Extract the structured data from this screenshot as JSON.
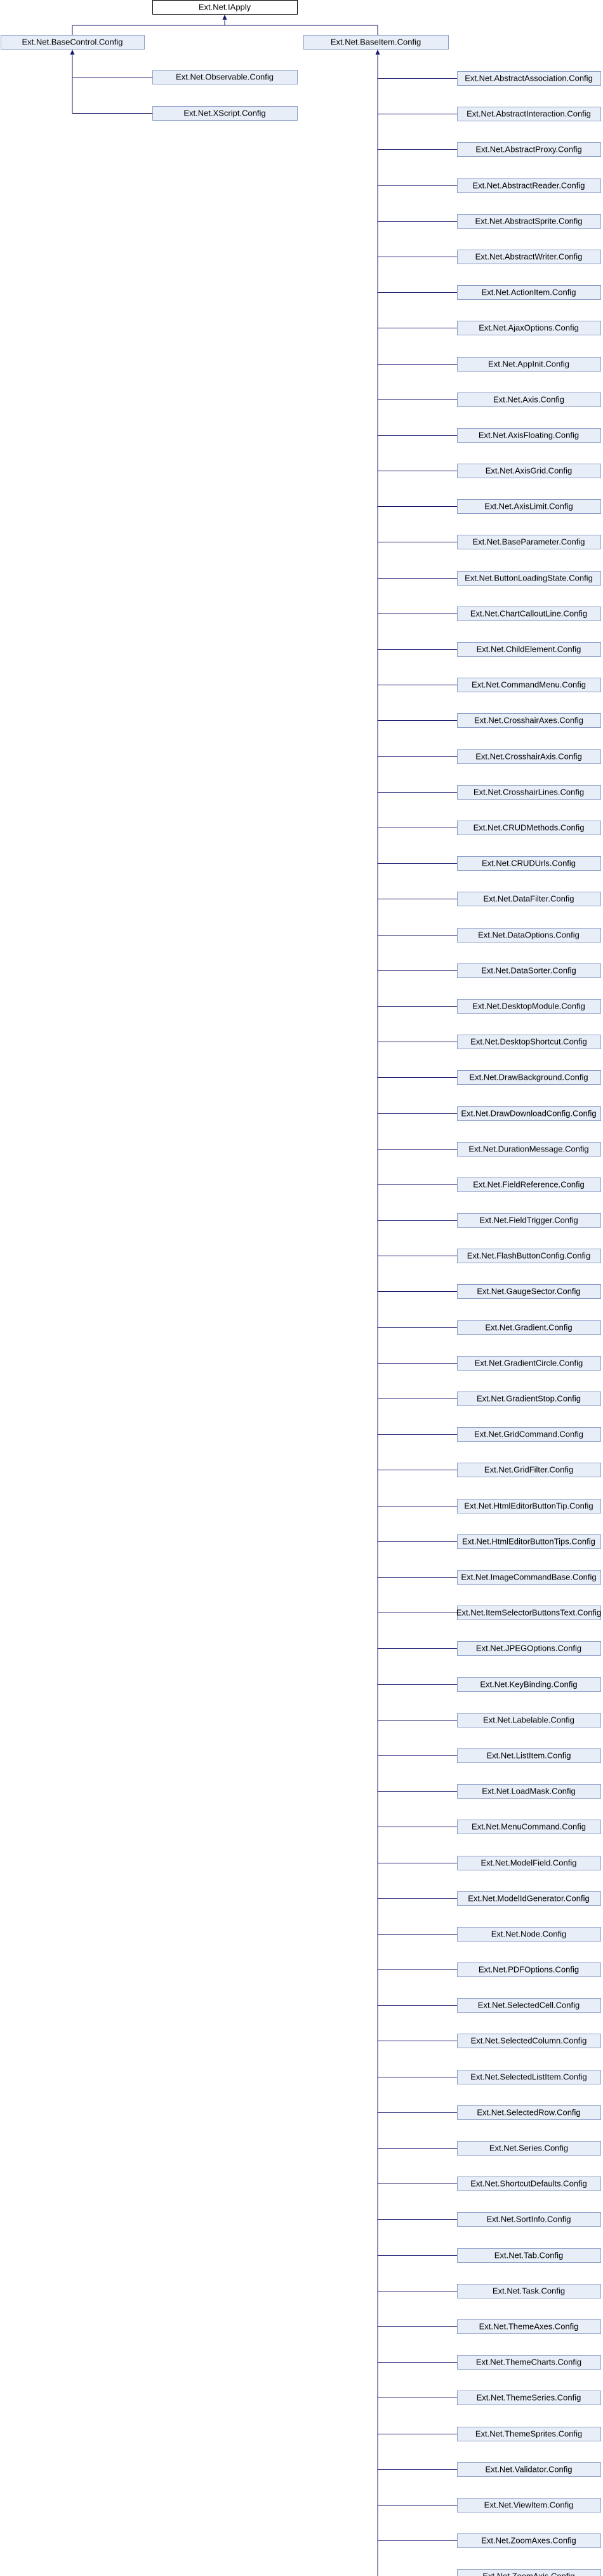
{
  "colors": {
    "edge": "#191970",
    "node_fill": "#e8eef8",
    "node_border": "#8a9cc6",
    "root_fill": "#ffffff",
    "root_border": "#000000"
  },
  "root": {
    "label": "Ext.Net.IApply"
  },
  "base_control": {
    "label": "Ext.Net.BaseControl.Config",
    "children": [
      "Ext.Net.Observable.Config",
      "Ext.Net.XScript.Config"
    ]
  },
  "base_item": {
    "label": "Ext.Net.BaseItem.Config",
    "children": [
      "Ext.Net.AbstractAssociation.Config",
      "Ext.Net.AbstractInteraction.Config",
      "Ext.Net.AbstractProxy.Config",
      "Ext.Net.AbstractReader.Config",
      "Ext.Net.AbstractSprite.Config",
      "Ext.Net.AbstractWriter.Config",
      "Ext.Net.ActionItem.Config",
      "Ext.Net.AjaxOptions.Config",
      "Ext.Net.AppInit.Config",
      "Ext.Net.Axis.Config",
      "Ext.Net.AxisFloating.Config",
      "Ext.Net.AxisGrid.Config",
      "Ext.Net.AxisLimit.Config",
      "Ext.Net.BaseParameter.Config",
      "Ext.Net.ButtonLoadingState.Config",
      "Ext.Net.ChartCalloutLine.Config",
      "Ext.Net.ChildElement.Config",
      "Ext.Net.CommandMenu.Config",
      "Ext.Net.CrosshairAxes.Config",
      "Ext.Net.CrosshairAxis.Config",
      "Ext.Net.CrosshairLines.Config",
      "Ext.Net.CRUDMethods.Config",
      "Ext.Net.CRUDUrls.Config",
      "Ext.Net.DataFilter.Config",
      "Ext.Net.DataOptions.Config",
      "Ext.Net.DataSorter.Config",
      "Ext.Net.DesktopModule.Config",
      "Ext.Net.DesktopShortcut.Config",
      "Ext.Net.DrawBackground.Config",
      "Ext.Net.DrawDownloadConfig.Config",
      "Ext.Net.DurationMessage.Config",
      "Ext.Net.FieldReference.Config",
      "Ext.Net.FieldTrigger.Config",
      "Ext.Net.FlashButtonConfig.Config",
      "Ext.Net.GaugeSector.Config",
      "Ext.Net.Gradient.Config",
      "Ext.Net.GradientCircle.Config",
      "Ext.Net.GradientStop.Config",
      "Ext.Net.GridCommand.Config",
      "Ext.Net.GridFilter.Config",
      "Ext.Net.HtmlEditorButtonTip.Config",
      "Ext.Net.HtmlEditorButtonTips.Config",
      "Ext.Net.ImageCommandBase.Config",
      "Ext.Net.ItemSelectorButtonsText.Config",
      "Ext.Net.JPEGOptions.Config",
      "Ext.Net.KeyBinding.Config",
      "Ext.Net.Labelable.Config",
      "Ext.Net.ListItem.Config",
      "Ext.Net.LoadMask.Config",
      "Ext.Net.MenuCommand.Config",
      "Ext.Net.ModelField.Config",
      "Ext.Net.ModelIdGenerator.Config",
      "Ext.Net.Node.Config",
      "Ext.Net.PDFOptions.Config",
      "Ext.Net.SelectedCell.Config",
      "Ext.Net.SelectedColumn.Config",
      "Ext.Net.SelectedListItem.Config",
      "Ext.Net.SelectedRow.Config",
      "Ext.Net.Series.Config",
      "Ext.Net.ShortcutDefaults.Config",
      "Ext.Net.SortInfo.Config",
      "Ext.Net.Tab.Config",
      "Ext.Net.Task.Config",
      "Ext.Net.ThemeAxes.Config",
      "Ext.Net.ThemeCharts.Config",
      "Ext.Net.ThemeSeries.Config",
      "Ext.Net.ThemeSprites.Config",
      "Ext.Net.Validator.Config",
      "Ext.Net.ViewItem.Config",
      "Ext.Net.ZoomAxes.Config",
      "Ext.Net.ZoomAxis.Config"
    ]
  }
}
